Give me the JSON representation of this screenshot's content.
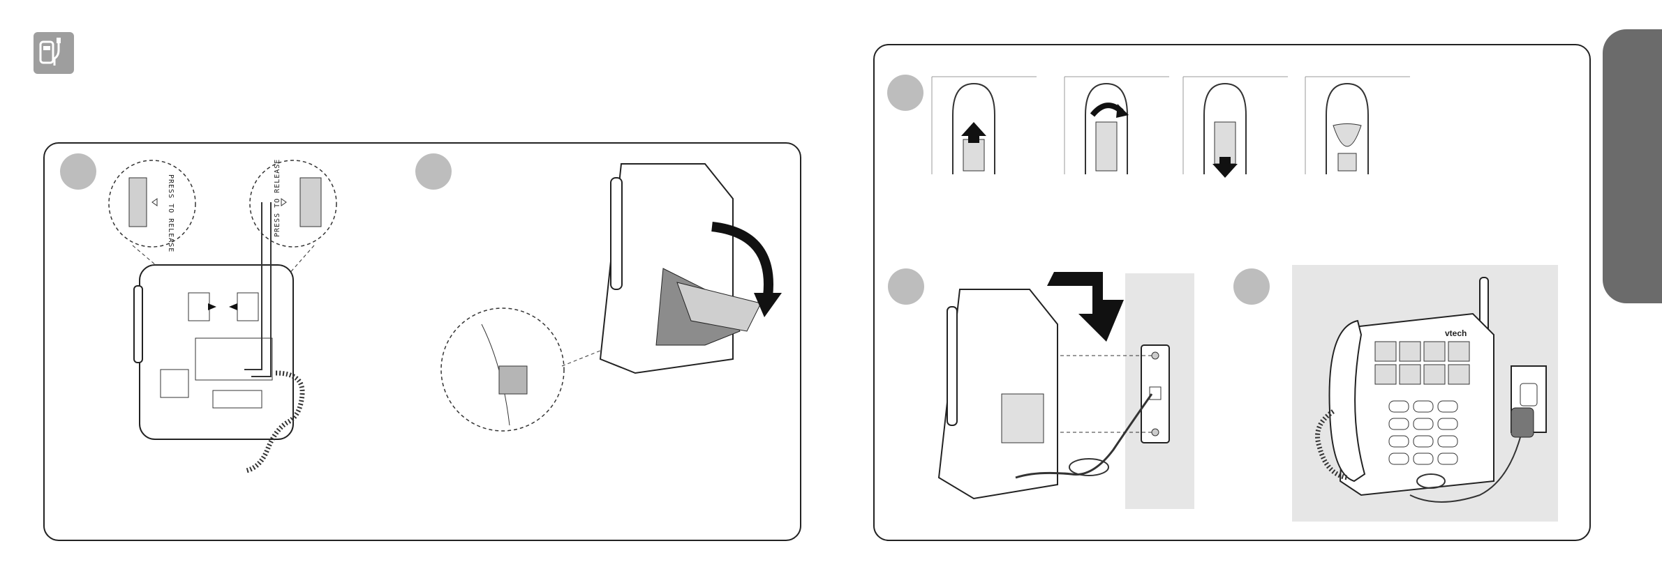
{
  "labels": {
    "press_to_release_left": "PRESS TO RELEASE",
    "press_to_release_right": "PRESS TO RELEASE",
    "brand": "vtech"
  },
  "icons": {
    "header_icon": "phone-and-power-adapter-icon"
  },
  "colors": {
    "step_circle": "#bdbdbd",
    "side_tab": "#6b6b6b",
    "header_icon": "#9e9e9e",
    "shaded_background": "#e6e6e6"
  }
}
